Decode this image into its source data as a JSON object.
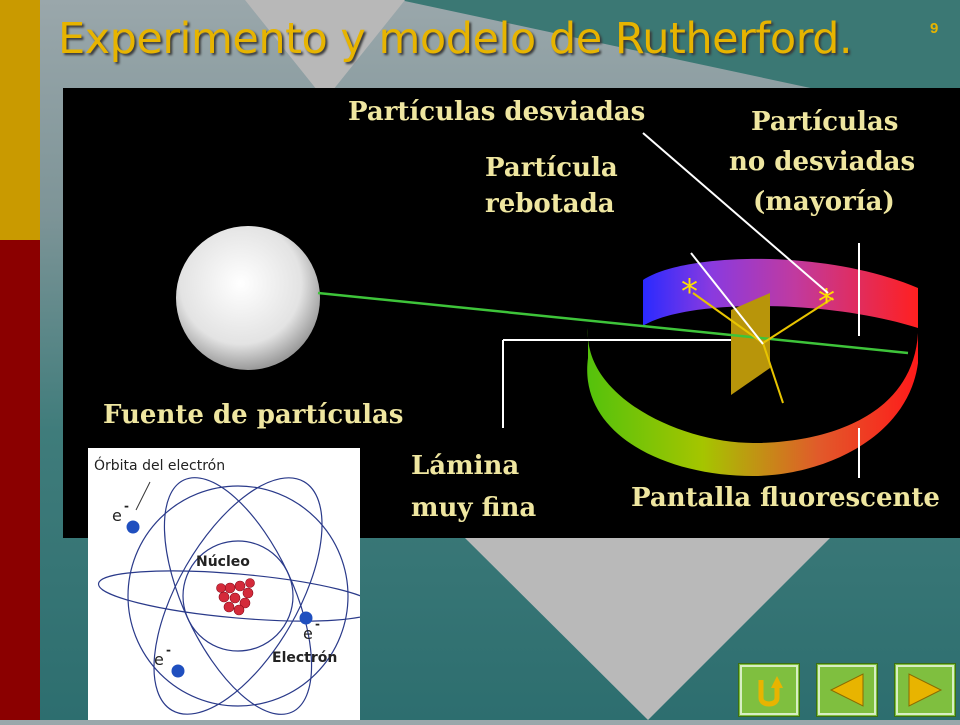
{
  "slide": {
    "title": "Experimento y modelo de Rutherford.",
    "number": "9"
  },
  "experiment_figure": {
    "labels": {
      "deflected": "Partículas desviadas",
      "bounced_line1": "Partícula",
      "bounced_line2": "rebotada",
      "undeflected_line1": "Partículas",
      "undeflected_line2": "no desviadas",
      "undeflected_line3": "(mayoría)",
      "source": "Fuente de partículas",
      "foil_line1": "Lámina",
      "foil_line2": "muy fina",
      "screen": "Pantalla fluorescente"
    }
  },
  "atom_figure": {
    "labels": {
      "orbit": "Órbita del electrón",
      "nucleus": "Núcleo",
      "electron": "Electrón",
      "e_minus": "e"
    }
  },
  "nav": {
    "return_icon": "return-u-icon",
    "prev_icon": "triangle-left-icon",
    "next_icon": "triangle-right-icon"
  },
  "colors": {
    "title": "#e7b400",
    "label_yellow": "#efe6a0",
    "nav_green": "#7fbf3f",
    "nav_symbol": "#e8b400"
  }
}
